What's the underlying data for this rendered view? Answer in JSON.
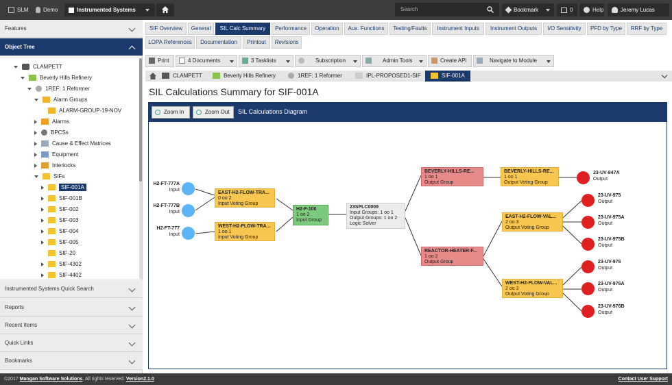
{
  "topbar": {
    "app": "SLM",
    "database": "Demo",
    "module": "Instrumented Systems",
    "search_placeholder": "Search",
    "bookmark": "Bookmark",
    "notif_count": "0",
    "help": "Help",
    "user": "Jeremy Lucas"
  },
  "left": {
    "features": "Features",
    "object_tree": "Object Tree",
    "sections": [
      "Instrumented Systems Quick Search",
      "Reports",
      "Recent Items",
      "Quick Links",
      "Bookmarks"
    ]
  },
  "tree": [
    {
      "label": "CLAMPETT"
    },
    {
      "label": "Beverly Hills Refinery"
    },
    {
      "label": "1REF: 1 Reformer"
    },
    {
      "label": "Alarm Groups"
    },
    {
      "label": "ALARM-GROUP-19-NOV"
    },
    {
      "label": "Alarms"
    },
    {
      "label": "BPCSs"
    },
    {
      "label": "Cause & Effect Matrices"
    },
    {
      "label": "Equipment"
    },
    {
      "label": "Interlocks"
    },
    {
      "label": "SIFs"
    },
    {
      "label": "SIF-001A"
    },
    {
      "label": "SIF-001B"
    },
    {
      "label": "SIF-002"
    },
    {
      "label": "SIF-003"
    },
    {
      "label": "SIF-004"
    },
    {
      "label": "SIF-005"
    },
    {
      "label": "SIF-20"
    },
    {
      "label": "SIF-4302"
    },
    {
      "label": "SIF-4402"
    }
  ],
  "tabs": [
    "SIF Overview",
    "General",
    "SIL Calc Summary",
    "Performance",
    "Operation",
    "Aux. Functions",
    "Testing/Faults",
    "Instrument Inputs",
    "Instrument Outputs",
    "I/O Sensitivity",
    "PFD by Type",
    "RRF by Type",
    "LOPA References",
    "Documentation",
    "Printout",
    "Revisions"
  ],
  "toolbar": {
    "print": "Print",
    "documents": "4 Documents",
    "tasklists": "3 Tasklists",
    "subscription": "Subscription",
    "admin": "Admin Tools",
    "create_api": "Create API",
    "navigate": "Navigate to Module"
  },
  "breadcrumb": [
    "CLAMPETT",
    "Beverly Hills Refinery",
    "1REF: 1 Reformer",
    "IPL-PROPOSED1-SIF",
    "SIF-001A"
  ],
  "page_title": "SIL Calculations Summary for SIF-001A",
  "panel": {
    "zoom_in": "Zoom In",
    "zoom_out": "Zoom Out",
    "title": "SIL Calculations Diagram"
  },
  "diagram": {
    "inputs": [
      {
        "tag": "H2-FT-777A",
        "type": "Input"
      },
      {
        "tag": "H2-FT-777B",
        "type": "Input"
      },
      {
        "tag": "H2-FT-777",
        "type": "Input"
      }
    ],
    "voting_in": [
      {
        "name": "EAST-H2-FLOW-TRA...",
        "vote": "0 oo 2",
        "type": "Input Voting Group"
      },
      {
        "name": "WEST-H2-FLOW-TRA...",
        "vote": "1 oo 1",
        "type": "Input Voting Group"
      }
    ],
    "input_group": {
      "name": "H2-F-100",
      "vote": "1 oo 2",
      "type": "Input Group"
    },
    "solver": {
      "name": "23SPLC0009",
      "l1": "Input Groups: 1 oo 1",
      "l2": "Output Groups: 1 oo 2",
      "type": "Logic Solver"
    },
    "out_groups": [
      {
        "name": "BEVERLY-HILLS-RE...",
        "vote": "1 oo 1",
        "type": "Output Group"
      },
      {
        "name": "REACTOR-HEATER-F...",
        "vote": "1 oo 2",
        "type": "Output Group"
      }
    ],
    "voting_out": [
      {
        "name": "BEVERLY-HILLS-RE...",
        "vote": "1 oo 1",
        "type": "Output Voting Group"
      },
      {
        "name": "EAST-H2-FLOW-VAL...",
        "vote": "2 oo 3",
        "type": "Output Voting Group"
      },
      {
        "name": "WEST-H2-FLOW-VAL...",
        "vote": "2 oo 3",
        "type": "Output Voting Group"
      }
    ],
    "outputs": [
      {
        "tag": "23-UV-847A",
        "type": "Output"
      },
      {
        "tag": "23-UV-975",
        "type": "Output"
      },
      {
        "tag": "23-UV-975A",
        "type": "Output"
      },
      {
        "tag": "23-UV-975B",
        "type": "Output"
      },
      {
        "tag": "23-UV-976",
        "type": "Output"
      },
      {
        "tag": "23-UV-976A",
        "type": "Output"
      },
      {
        "tag": "23-UV-976B",
        "type": "Output"
      }
    ]
  },
  "footer": {
    "copyright": "©2017 ",
    "company": "Mangan Software Solutions",
    "rights": ". All rights reserved. ",
    "version": "Version2.1.0",
    "support": "Contact User Support"
  },
  "colors": {
    "navy": "#1a3a6b",
    "input_circle": "#5ab4f5",
    "output_circle": "#e02020",
    "voting": "#f9c74f",
    "input_group": "#7ccb7c",
    "output_group": "#e88a8a"
  }
}
